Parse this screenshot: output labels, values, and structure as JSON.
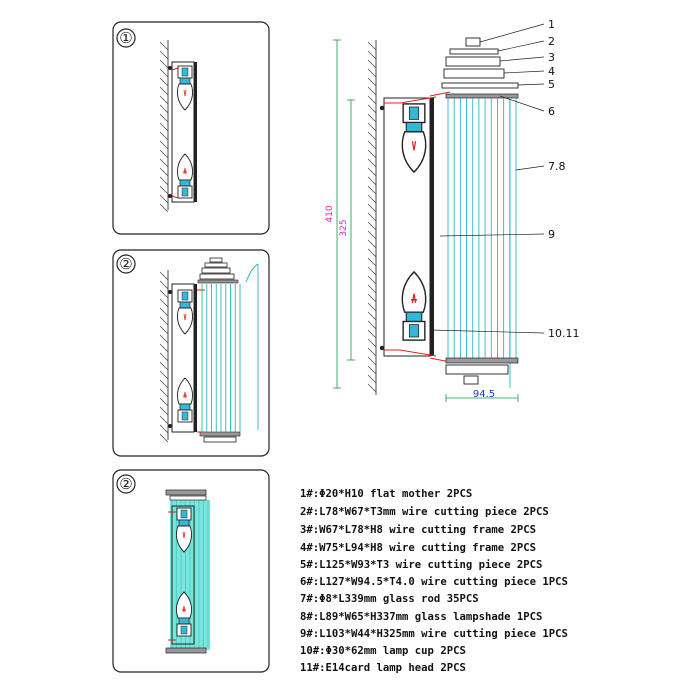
{
  "steps": [
    {
      "number": "①"
    },
    {
      "number": "②"
    },
    {
      "number": "②"
    }
  ],
  "dimensions": {
    "overall_height": "410",
    "glass_height": "325",
    "width": "94.5"
  },
  "callouts": [
    "1",
    "2",
    "3",
    "4",
    "5",
    "6",
    "7.8",
    "9",
    "10.11"
  ],
  "specs": [
    "1#:Φ20*H10 flat mother 2PCS",
    "2#:L78*W67*T3mm wire cutting piece 2PCS",
    "3#:W67*L78*H8 wire cutting frame 2PCS",
    "4#:W75*L94*H8 wire cutting frame 2PCS",
    "5#:L125*W93*T3 wire cutting piece 2PCS",
    "6#:L127*W94.5*T4.0 wire cutting piece 1PCS",
    "7#:Φ8*L339mm glass rod 35PCS",
    "8#:L89*W65*H337mm glass lampshade 1PCS",
    "9#:L103*W44*H325mm wire cutting piece 1PCS",
    "10#:Φ30*62mm lamp cup 2PCS",
    "11#:E14card lamp head 2PCS"
  ],
  "colors": {
    "glass_rod": "#2ab7c9",
    "glass_fill": "#6fe0d8",
    "bulb_socket": "#33b8d8",
    "red_wire": "#e0231f",
    "dimension_line": "#1a9a4a",
    "dimension_text": "#e020c0",
    "width_text": "#1a3cc8"
  },
  "icons": [
    "bulb-icon",
    "wall-hatch-icon",
    "screw-icon"
  ]
}
